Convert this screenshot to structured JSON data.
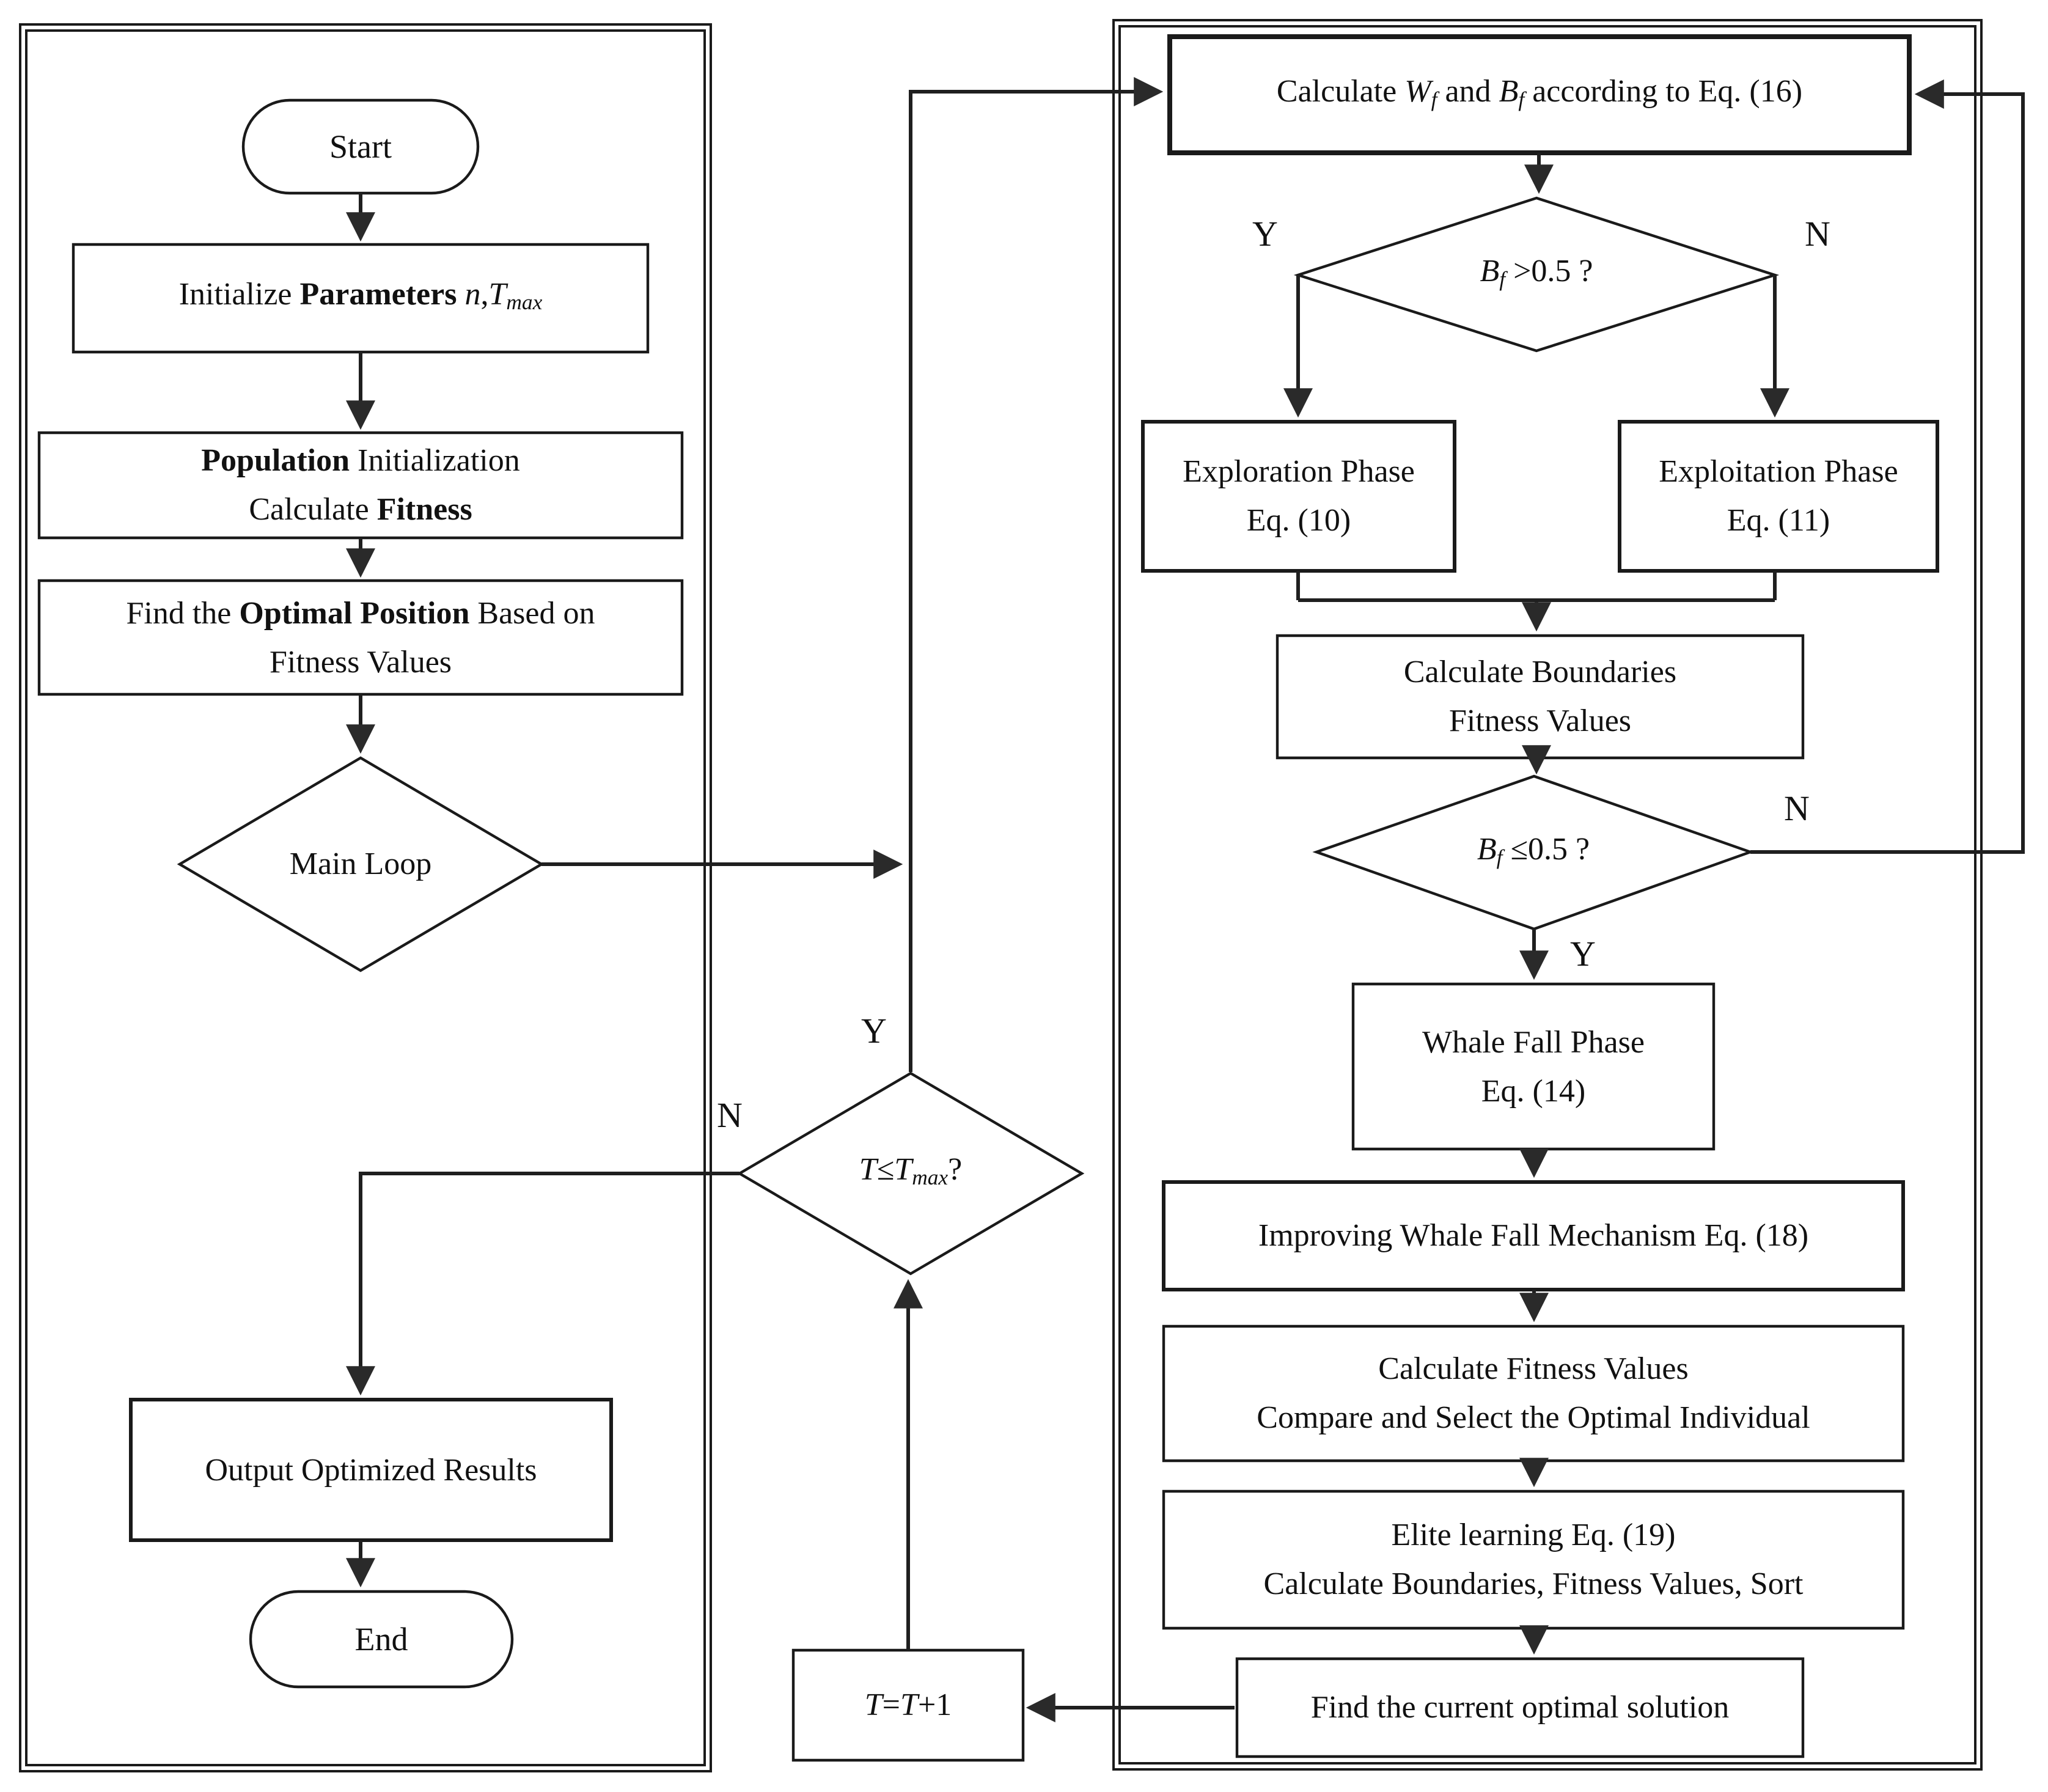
{
  "colors": {
    "line": "#1a1a1a",
    "background": "#ffffff"
  },
  "branch_labels": {
    "yes": "Y",
    "no": "N"
  },
  "nodes": {
    "start": {
      "lines": [
        [
          {
            "t": "Start"
          }
        ]
      ]
    },
    "initialize": {
      "lines": [
        [
          {
            "t": "Initialize "
          },
          {
            "t": "Parameters",
            "b": 1
          },
          {
            "t": " "
          },
          {
            "t": "n",
            "i": 1
          },
          {
            "t": ","
          },
          {
            "t": "T",
            "i": 1
          },
          {
            "t": "max",
            "i": 1,
            "sub": 1
          }
        ]
      ]
    },
    "population": {
      "lines": [
        [
          {
            "t": "Population",
            "b": 1
          },
          {
            "t": " Initialization"
          }
        ],
        [
          {
            "t": "Calculate "
          },
          {
            "t": "Fitness",
            "b": 1
          }
        ]
      ]
    },
    "find_optimal": {
      "lines": [
        [
          {
            "t": "Find the "
          },
          {
            "t": "Optimal Position",
            "b": 1
          },
          {
            "t": " Based on"
          }
        ],
        [
          {
            "t": "Fitness Values"
          }
        ]
      ]
    },
    "main_loop": {
      "lines": [
        [
          {
            "t": "Main Loop"
          }
        ]
      ]
    },
    "output": {
      "lines": [
        [
          {
            "t": "Output Optimized Results"
          }
        ]
      ]
    },
    "end": {
      "lines": [
        [
          {
            "t": "End"
          }
        ]
      ]
    },
    "t_check": {
      "lines": [
        [
          {
            "t": "T",
            "i": 1
          },
          {
            "t": "≤"
          },
          {
            "t": "T",
            "i": 1
          },
          {
            "t": "max",
            "i": 1,
            "sub": 1
          },
          {
            "t": "?"
          }
        ]
      ]
    },
    "t_increment": {
      "lines": [
        [
          {
            "t": "T",
            "i": 1
          },
          {
            "t": "="
          },
          {
            "t": "T",
            "i": 1
          },
          {
            "t": "+1"
          }
        ]
      ]
    },
    "calc_wb": {
      "lines": [
        [
          {
            "t": "Calculate "
          },
          {
            "t": "W",
            "i": 1
          },
          {
            "t": "f",
            "i": 1,
            "sub": 1
          },
          {
            "t": " and "
          },
          {
            "t": "B",
            "i": 1
          },
          {
            "t": "f",
            "i": 1,
            "sub": 1
          },
          {
            "t": " according to Eq. (16)"
          }
        ]
      ]
    },
    "bf_gt": {
      "lines": [
        [
          {
            "t": "B",
            "i": 1
          },
          {
            "t": "f",
            "i": 1,
            "sub": 1
          },
          {
            "t": " >0.5 ?"
          }
        ]
      ]
    },
    "exploration": {
      "lines": [
        [
          {
            "t": "Exploration Phase"
          }
        ],
        [
          {
            "t": "Eq. (10)"
          }
        ]
      ]
    },
    "exploitation": {
      "lines": [
        [
          {
            "t": "Exploitation Phase"
          }
        ],
        [
          {
            "t": "Eq. (11)"
          }
        ]
      ]
    },
    "calc_boundaries": {
      "lines": [
        [
          {
            "t": "Calculate Boundaries"
          }
        ],
        [
          {
            "t": "Fitness Values"
          }
        ]
      ]
    },
    "bf_le": {
      "lines": [
        [
          {
            "t": "B",
            "i": 1
          },
          {
            "t": "f",
            "i": 1,
            "sub": 1
          },
          {
            "t": " ≤0.5 ?"
          }
        ]
      ]
    },
    "whale_fall": {
      "lines": [
        [
          {
            "t": "Whale Fall Phase"
          }
        ],
        [
          {
            "t": "Eq. (14)"
          }
        ]
      ]
    },
    "improving": {
      "lines": [
        [
          {
            "t": "Improving Whale Fall Mechanism Eq. (18)"
          }
        ]
      ]
    },
    "compare_select": {
      "lines": [
        [
          {
            "t": "Calculate Fitness Values"
          }
        ],
        [
          {
            "t": "Compare and Select the Optimal Individual"
          }
        ]
      ]
    },
    "elite": {
      "lines": [
        [
          {
            "t": "Elite learning Eq. (19)"
          }
        ],
        [
          {
            "t": "Calculate Boundaries, Fitness Values,  Sort"
          }
        ]
      ]
    },
    "find_current": {
      "lines": [
        [
          {
            "t": "Find the current optimal solution"
          }
        ]
      ]
    }
  }
}
